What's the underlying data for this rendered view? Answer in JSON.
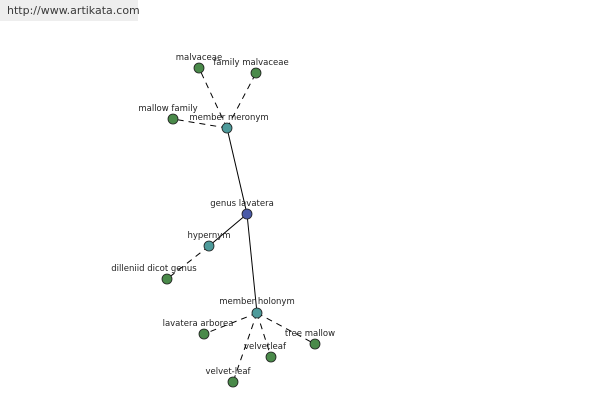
{
  "header": {
    "url": "http://www.artikata.com"
  },
  "colors": {
    "center_node": "#4a5aa8",
    "relation_node": "#4d9a9a",
    "leaf_node": "#4a8a4a"
  },
  "nodes": [
    {
      "id": "genus-lavatera",
      "label": "genus lavatera",
      "kind": "center"
    },
    {
      "id": "member-meronym",
      "label": "member meronym",
      "kind": "relation"
    },
    {
      "id": "hypernym",
      "label": "hypernym",
      "kind": "relation"
    },
    {
      "id": "member-holonym",
      "label": "member holonym",
      "kind": "relation"
    },
    {
      "id": "malvaceae",
      "label": "malvaceae",
      "kind": "leaf"
    },
    {
      "id": "family-malvaceae",
      "label": "family malvaceae",
      "kind": "leaf"
    },
    {
      "id": "mallow-family",
      "label": "mallow family",
      "kind": "leaf"
    },
    {
      "id": "dilleniid-dicot-genus",
      "label": "dilleniid dicot genus",
      "kind": "leaf"
    },
    {
      "id": "lavatera-arborea",
      "label": "lavatera arborea",
      "kind": "leaf"
    },
    {
      "id": "velvetleaf",
      "label": "velvetleaf",
      "kind": "leaf"
    },
    {
      "id": "velvet-leaf",
      "label": "velvet-leaf",
      "kind": "leaf"
    },
    {
      "id": "tree-mallow",
      "label": "tree mallow",
      "kind": "leaf"
    }
  ],
  "edges": [
    {
      "from": "genus-lavatera",
      "to": "member-meronym",
      "style": "solid"
    },
    {
      "from": "genus-lavatera",
      "to": "hypernym",
      "style": "solid"
    },
    {
      "from": "genus-lavatera",
      "to": "member-holonym",
      "style": "solid"
    },
    {
      "from": "member-meronym",
      "to": "malvaceae",
      "style": "dashed"
    },
    {
      "from": "member-meronym",
      "to": "family-malvaceae",
      "style": "dashed"
    },
    {
      "from": "member-meronym",
      "to": "mallow-family",
      "style": "dashed"
    },
    {
      "from": "hypernym",
      "to": "dilleniid-dicot-genus",
      "style": "dashed"
    },
    {
      "from": "member-holonym",
      "to": "lavatera-arborea",
      "style": "dashed"
    },
    {
      "from": "member-holonym",
      "to": "velvetleaf",
      "style": "dashed"
    },
    {
      "from": "member-holonym",
      "to": "velvet-leaf",
      "style": "dashed"
    },
    {
      "from": "member-holonym",
      "to": "tree-mallow",
      "style": "dashed"
    }
  ]
}
